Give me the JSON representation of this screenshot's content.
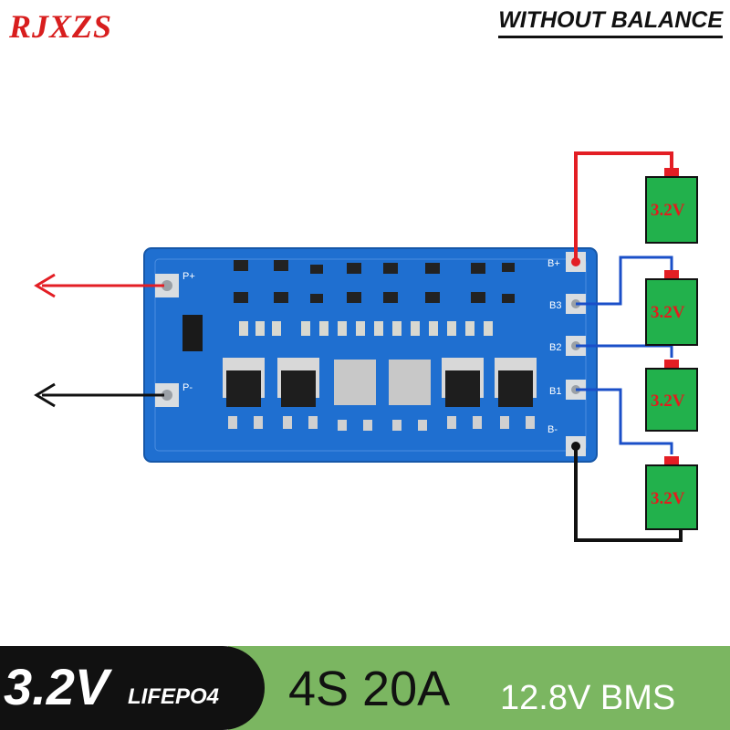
{
  "brand": {
    "logo_text": "RJXZS",
    "tagline": "WITHOUT BALANCE"
  },
  "board": {
    "pads_left": [
      "P+",
      "P-"
    ],
    "pads_right": [
      "B+",
      "B3",
      "B2",
      "B1",
      "B-"
    ],
    "colors": {
      "pcb": "#1f6fd0",
      "positive_wire": "#e31e24",
      "negative_wire": "#111111",
      "balance_wire": "#1a4fc8",
      "cell": "#22b14c"
    }
  },
  "cells": [
    {
      "label": "3.2V"
    },
    {
      "label": "3.2V"
    },
    {
      "label": "3.2V"
    },
    {
      "label": "3.2V"
    }
  ],
  "banner": {
    "voltage": "3.2V",
    "chemistry": "LIFEPO4",
    "config": "4S 20A",
    "system": "12.8V BMS"
  }
}
